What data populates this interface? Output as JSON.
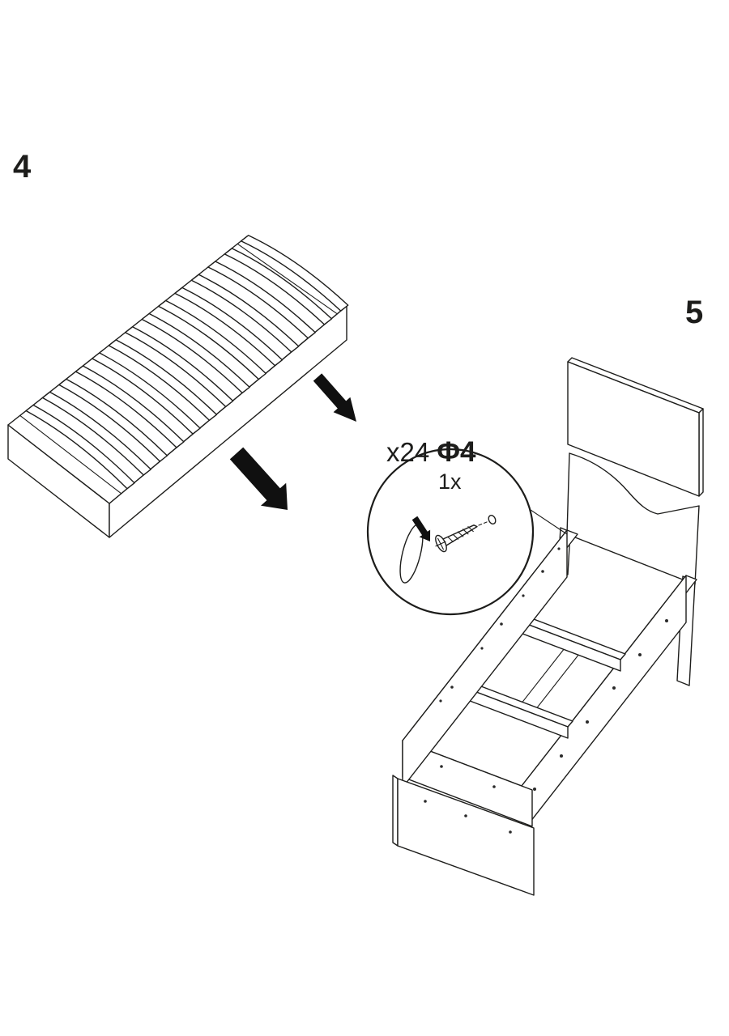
{
  "page": {
    "background": "#ffffff",
    "line_color": "#1d1d1b",
    "arrow_color": "#101010"
  },
  "steps": {
    "step4": {
      "label": "4"
    },
    "step5": {
      "label": "5"
    }
  },
  "callout": {
    "quantity": "x24",
    "size": "Φ4",
    "per_hole": "1x"
  },
  "illustrations": {
    "slat_base": "slatted-bed-base",
    "bed_frame": "bed-frame-with-headboard",
    "detail": "screw-insertion-detail"
  }
}
